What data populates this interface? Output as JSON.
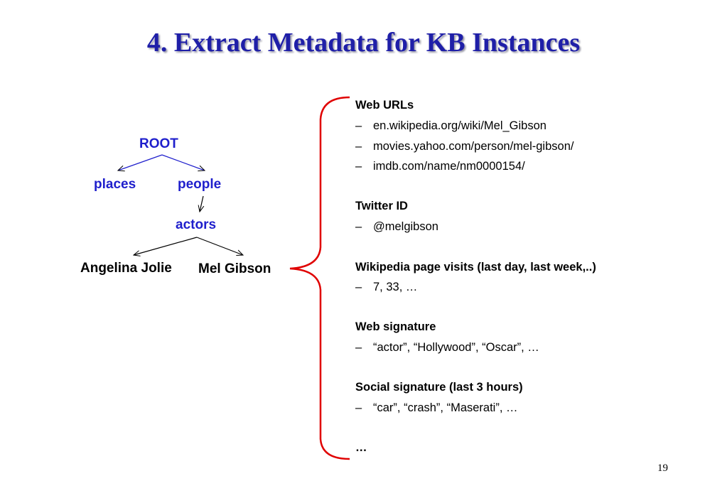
{
  "slide": {
    "title": "4. Extract Metadata for KB Instances",
    "page_number": "19"
  },
  "tree": {
    "root": "ROOT",
    "places": "places",
    "people": "people",
    "actors": "actors",
    "angelina": "Angelina Jolie",
    "mel": "Mel Gibson"
  },
  "metadata": {
    "dash": "–",
    "web_urls": {
      "heading": "Web URLs",
      "items": [
        "en.wikipedia.org/wiki/Mel_Gibson",
        "movies.yahoo.com/person/mel-gibson/",
        "imdb.com/name/nm0000154/"
      ]
    },
    "twitter": {
      "heading": "Twitter ID",
      "items": [
        "@melgibson"
      ]
    },
    "wiki_visits": {
      "heading": "Wikipedia page visits (last day, last week,..)",
      "items": [
        "7, 33, …"
      ]
    },
    "web_signature": {
      "heading": "Web signature",
      "items": [
        "“actor”, “Hollywood”, “Oscar”, …"
      ]
    },
    "social_signature": {
      "heading": "Social signature (last 3 hours)",
      "items": [
        "“car”, “crash”, “Maserati”, …"
      ]
    },
    "ellipsis": "…"
  },
  "colors": {
    "title": "#1f1fa8",
    "tree_node": "#1f1fcc",
    "brace": "#e00000"
  }
}
